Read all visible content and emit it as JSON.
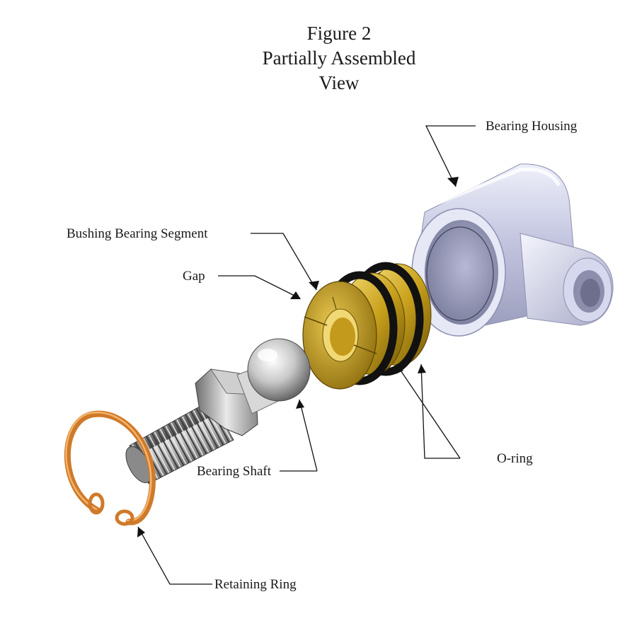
{
  "figure": {
    "title_lines": [
      "Figure 2",
      "Partially Assembled",
      "View"
    ]
  },
  "labels": {
    "bearing_housing": "Bearing Housing",
    "bushing_bearing_segment": "Bushing Bearing Segment",
    "gap": "Gap",
    "o_ring": "O-ring",
    "bearing_shaft": "Bearing Shaft",
    "retaining_ring": "Retaining Ring"
  },
  "colors": {
    "housing": "#c9cbe2",
    "brass": "#c8a019",
    "o_ring": "#111111",
    "shaft": "#b8b8b8",
    "retaining_ring": "#cf7a2a"
  }
}
